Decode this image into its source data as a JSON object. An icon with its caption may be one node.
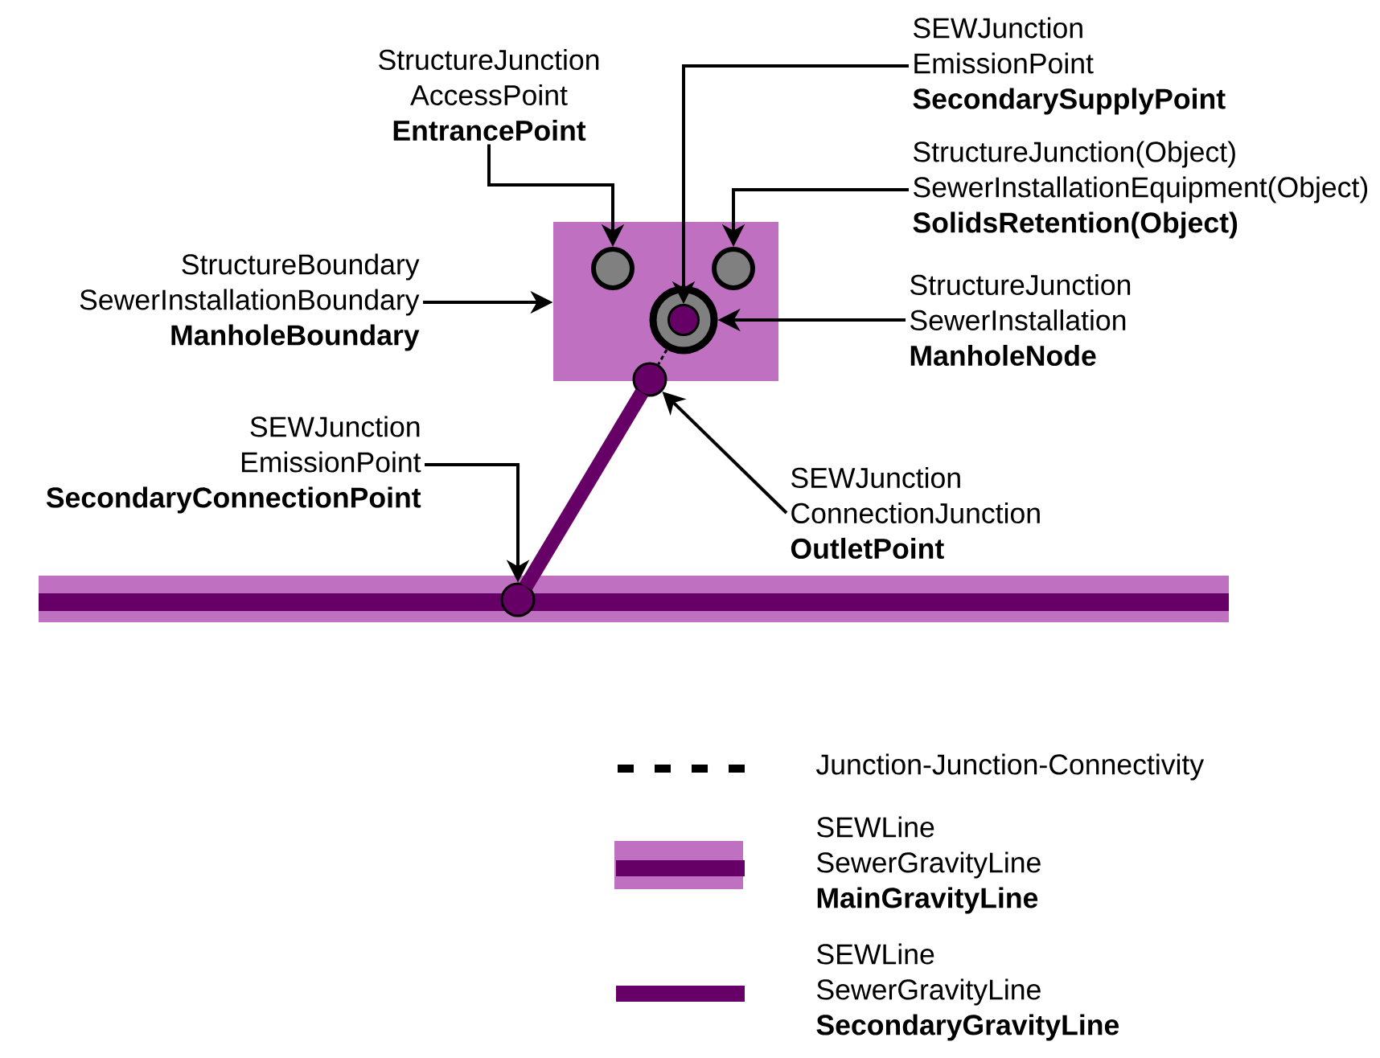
{
  "diagram": {
    "nodes": [
      {
        "text": [
          "StructureJunction",
          "AccessPoint",
          "EntrancePoint"
        ]
      },
      {
        "text": [
          "SEWJunction",
          "EmissionPoint",
          "SecondarySupplyPoint"
        ]
      },
      {
        "text": [
          "StructureJunction(Object)",
          "SewerInstallationEquipment(Object)",
          "SolidsRetention(Object)"
        ]
      },
      {
        "text": [
          "StructureBoundary",
          "SewerInstallationBoundary",
          "ManholeBoundary"
        ]
      },
      {
        "text": [
          "StructureJunction",
          "SewerInstallation",
          "ManholeNode"
        ]
      },
      {
        "text": [],
        "shape": "box"
      },
      {
        "text": [],
        "shape": "circle",
        "in": 5
      },
      {
        "text": [],
        "shape": "circle",
        "in": 5
      },
      {
        "text": [],
        "shape": "circle",
        "in": 5
      },
      {
        "text": [],
        "shape": "circle",
        "in": 8
      },
      {
        "text": [],
        "shape": "circle"
      },
      {
        "text": [
          "SEWJunction",
          "EmissionPoint",
          "SecondaryConnectionPoint"
        ]
      },
      {
        "text": [
          "SEWJunction",
          "ConnectionJunction",
          "OutletPoint"
        ]
      },
      {
        "text": [],
        "shape": "circle"
      }
    ],
    "edges": [
      {
        "from": 0,
        "to": 6,
        "arrow": "to"
      },
      {
        "from": 1,
        "to": 9,
        "arrow": "to"
      },
      {
        "from": 2,
        "to": 7,
        "arrow": "to"
      },
      {
        "from": 3,
        "to": 5,
        "arrow": "to"
      },
      {
        "from": 4,
        "to": 8,
        "arrow": "to"
      },
      {
        "from": 11,
        "to": 13,
        "arrow": "to"
      },
      {
        "from": 12,
        "to": 10,
        "arrow": "to"
      },
      {
        "from": 8,
        "to": 10,
        "arrow": "none",
        "style": "dashed"
      },
      {
        "from": 10,
        "to": 13,
        "arrow": "none",
        "style": "thick",
        "color": "#660066"
      }
    ],
    "legend": [
      {
        "text": "Junction-Junction-Connectivity"
      },
      {
        "text": "SEWLine SewerGravityLine **MainGravityLine**"
      },
      {
        "text": "SEWLine SewerGravityLine **SecondaryGravityLine**"
      }
    ]
  }
}
